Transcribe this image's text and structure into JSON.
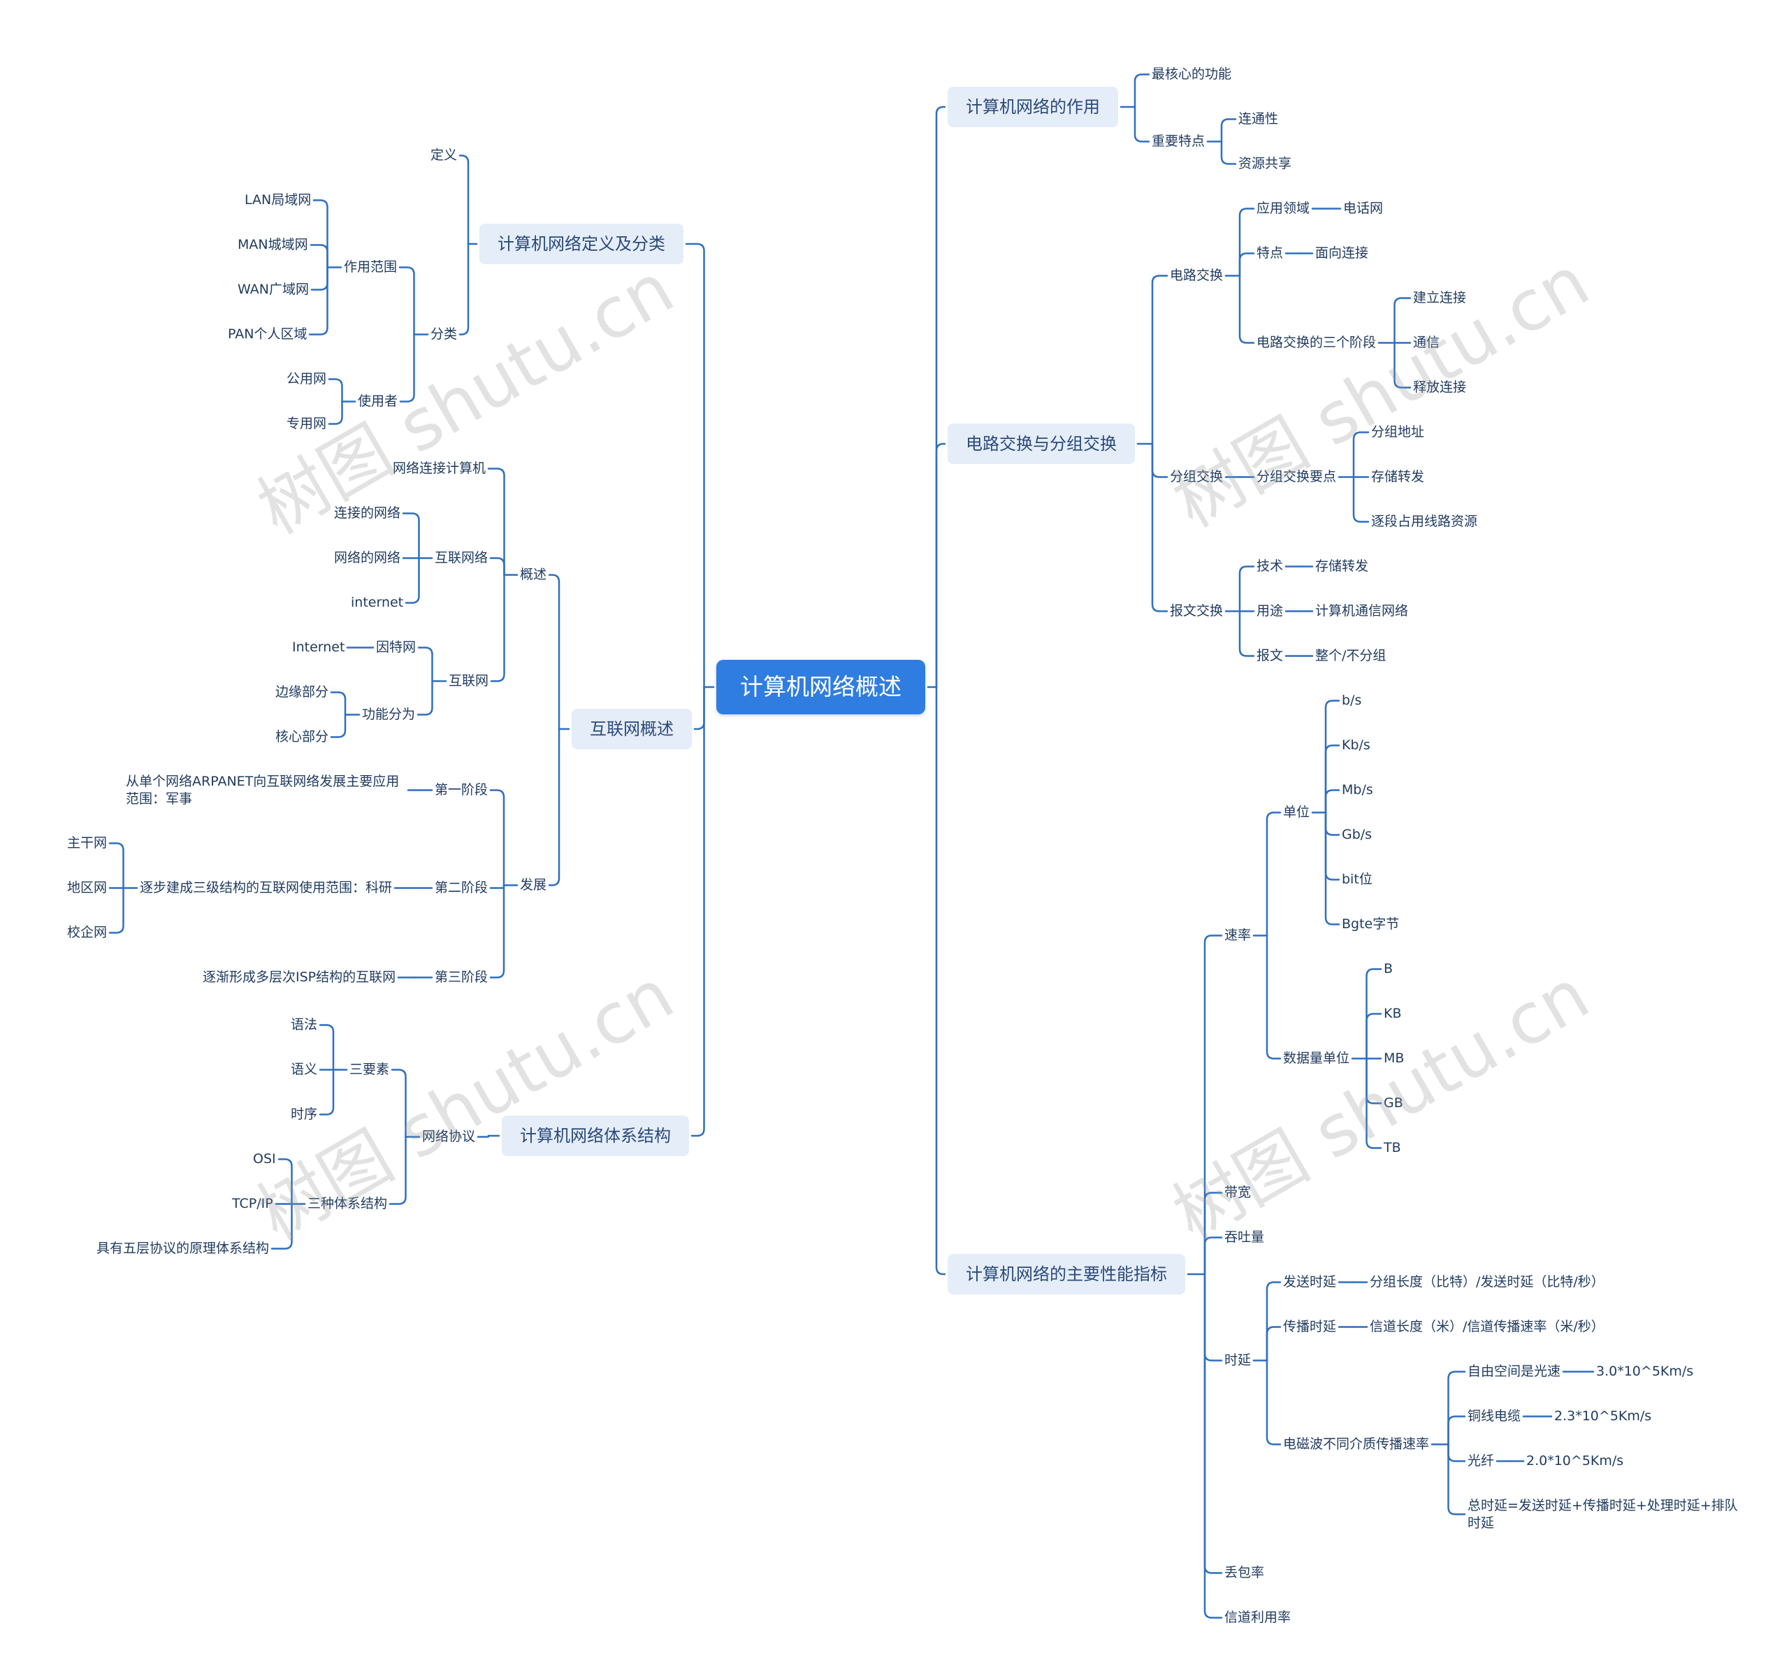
{
  "colors": {
    "line": "#2f6fc0",
    "root_bg": "#2f7de1",
    "branch_bg": "#e5edf9",
    "text": "#1f3a5f",
    "watermark": "#b0b0b0"
  },
  "watermark": "树图 shutu.cn",
  "mindmap": {
    "root": "计算机网络概述",
    "branches": {
      "defs": {
        "label": "计算机网络定义及分类",
        "items": {
          "dingyi": "定义",
          "fenlei": "分类",
          "zuoyong_fanwei": "作用范围",
          "lan": "LAN局域网",
          "man": "MAN城域网",
          "wan": "WAN广域网",
          "pan": "PAN个人区域",
          "shiyongzhe": "使用者",
          "gongyong": "公用网",
          "zhuanyong": "专用网"
        }
      },
      "internet": {
        "label": "互联网概述",
        "items": {
          "gaishu": "概述",
          "wangluo_lianjie": "网络连接计算机",
          "hulian_wangluo": "互联网络",
          "lianjie_de_wangluo": "连接的网络",
          "wangluo_de_wangluo": "网络的网络",
          "internet_lower": "internet",
          "hulianwang": "互联网",
          "internet_upper": "Internet",
          "yintewang": "因特网",
          "gongneng_fenwei": "功能分为",
          "bianyuan": "边缘部分",
          "hexin": "核心部分",
          "fazhan": "发展",
          "stage1": "第一阶段",
          "stage1_desc": "从单个网络ARPANET向互联网络发展主要应用范围：军事",
          "stage2": "第二阶段",
          "stage2_desc": "逐步建成三级结构的互联网使用范围：科研",
          "zhuganwang": "主干网",
          "diquwang": "地区网",
          "xiaoqiwang": "校企网",
          "stage3": "第三阶段",
          "stage3_desc": "逐渐形成多层次ISP结构的互联网"
        }
      },
      "arch": {
        "label": "计算机网络体系结构",
        "items": {
          "wangluo_xieyi": "网络协议",
          "san_yaosu": "三要素",
          "yufa": "语法",
          "yuyi": "语义",
          "shixu": "时序",
          "san_tixi": "三种体系结构",
          "osi": "OSI",
          "tcpip": "TCP/IP",
          "wuceng": "具有五层协议的原理体系结构"
        }
      },
      "role": {
        "label": "计算机网络的作用",
        "items": {
          "zuihexin": "最核心的功能",
          "zhongyao_tedian": "重要特点",
          "liantongxing": "连通性",
          "ziyuan_gongxiang": "资源共享"
        }
      },
      "switching": {
        "label": "电路交换与分组交换",
        "items": {
          "dianlu_jiaohuan": "电路交换",
          "yingyong_lingyu": "应用领域",
          "dianhuawang": "电话网",
          "tedian": "特点",
          "mianxiang_lianjie": "面向连接",
          "san_jieduan": "电路交换的三个阶段",
          "jianli_lianjie": "建立连接",
          "tongxin": "通信",
          "shifang_lianjie": "释放连接",
          "fenzu_jiaohuan": "分组交换",
          "fenzu_yaodian": "分组交换要点",
          "fenzu_dizhi": "分组地址",
          "cunchu_zhuanfa": "存储转发",
          "zhuduan_zhanyong": "逐段占用线路资源",
          "baowen_jiaohuan": "报文交换",
          "jishu": "技术",
          "cunchu_zhuanfa2": "存储转发",
          "yongtu": "用途",
          "jisuanji_tongxin": "计算机通信网络",
          "baowen": "报文",
          "zhengge": "整个/不分组"
        }
      },
      "perf": {
        "label": "计算机网络的主要性能指标",
        "items": {
          "sulv": "速率",
          "danwei": "单位",
          "bs": "b/s",
          "kbs": "Kb/s",
          "mbs": "Mb/s",
          "gbs": "Gb/s",
          "bitwei": "bit位",
          "bgte": "Bgte字节",
          "shujuliang": "数据量单位",
          "b": "B",
          "kb": "KB",
          "mb": "MB",
          "gb": "GB",
          "tb": "TB",
          "daikuan": "带宽",
          "tuntuliang": "吞吐量",
          "shiyan": "时延",
          "fasong": "发送时延",
          "fasong_f": "分组长度（比特）/发送时延（比特/秒）",
          "chuanbo": "传播时延",
          "chuanbo_f": "信道长度（米）/信道传播速率（米/秒）",
          "dianci": "电磁波不同介质传播速率",
          "ziyou": "自由空间是光速",
          "ziyou_v": "3.0*10^5Km/s",
          "tongxian": "铜线电缆",
          "tongxian_v": "2.3*10^5Km/s",
          "guangxian": "光纤",
          "guangxian_v": "2.0*10^5Km/s",
          "zong": "总时延=发送时延+传播时延+处理时延+排队时延",
          "diubaolv": "丢包率",
          "xindao": "信道利用率"
        }
      }
    }
  }
}
